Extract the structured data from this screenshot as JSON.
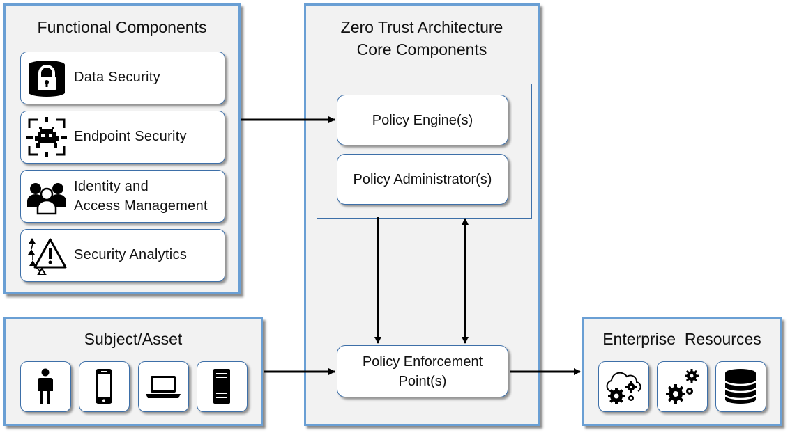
{
  "functional": {
    "title": "Functional Components",
    "items": [
      {
        "label": "Data Security",
        "icon": "lock-icon"
      },
      {
        "label": "Endpoint Security",
        "icon": "bug-target-icon"
      },
      {
        "label_line1": "Identity and",
        "label_line2": "Access Management",
        "icon": "users-icon"
      },
      {
        "label": "Security Analytics",
        "icon": "warning-analytics-icon"
      }
    ]
  },
  "zta": {
    "title_line1": "Zero Trust Architecture",
    "title_line2": "Core Components",
    "policy_engine": "Policy Engine(s)",
    "policy_administrator": "Policy Administrator(s)",
    "pep_line1": "Policy Enforcement",
    "pep_line2": "Point(s)"
  },
  "subject": {
    "title": "Subject/Asset",
    "icons": [
      "person-icon",
      "phone-icon",
      "laptop-icon",
      "server-icon"
    ]
  },
  "enterprise": {
    "title": "Enterprise  Resources",
    "icons": [
      "cloud-gears-icon",
      "gears-icon",
      "database-icon"
    ]
  },
  "colors": {
    "panel_border": "#6a9fd4",
    "item_border": "#3d6fa8",
    "panel_bg": "#f2f2f2"
  }
}
